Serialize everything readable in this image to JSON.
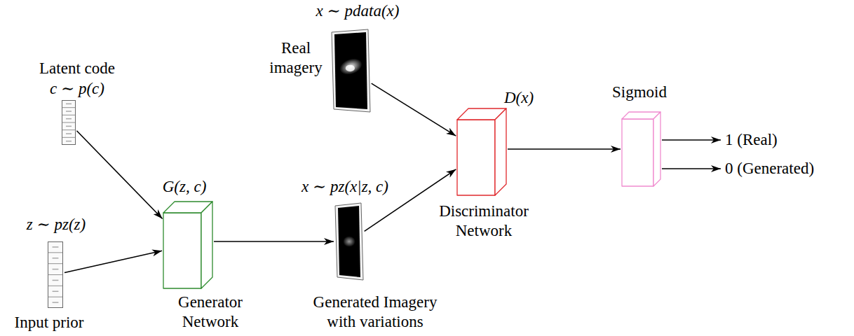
{
  "diagram": {
    "nodes": [
      {
        "text": [
          "Latent code",
          "c ∼ p(c)"
        ]
      },
      {
        "text": [
          "z ∼ pz(z)",
          "Input prior"
        ]
      },
      {
        "text": [
          "G(z, c)",
          "Generator Network"
        ]
      },
      {
        "text": [
          "x ∼ pz(x|z, c)",
          "Generated Imagery with variations"
        ]
      },
      {
        "text": [
          "x ∼ pdata(x)",
          "Real imagery"
        ]
      },
      {
        "text": [
          "D(x)",
          "Discriminator Network"
        ]
      },
      {
        "text": [
          "Sigmoid"
        ]
      },
      {
        "text": [
          "1 (Real)"
        ]
      },
      {
        "text": [
          "0 (Generated)"
        ]
      }
    ],
    "edges": [
      {
        "from": 0,
        "to": 2,
        "arrow": "to"
      },
      {
        "from": 1,
        "to": 2,
        "arrow": "to"
      },
      {
        "from": 2,
        "to": 3,
        "arrow": "to"
      },
      {
        "from": 3,
        "to": 5,
        "arrow": "to"
      },
      {
        "from": 4,
        "to": 5,
        "arrow": "to"
      },
      {
        "from": 5,
        "to": 6,
        "arrow": "to"
      },
      {
        "from": 6,
        "to": 7,
        "arrow": "to"
      },
      {
        "from": 6,
        "to": 8,
        "arrow": "to"
      }
    ]
  }
}
